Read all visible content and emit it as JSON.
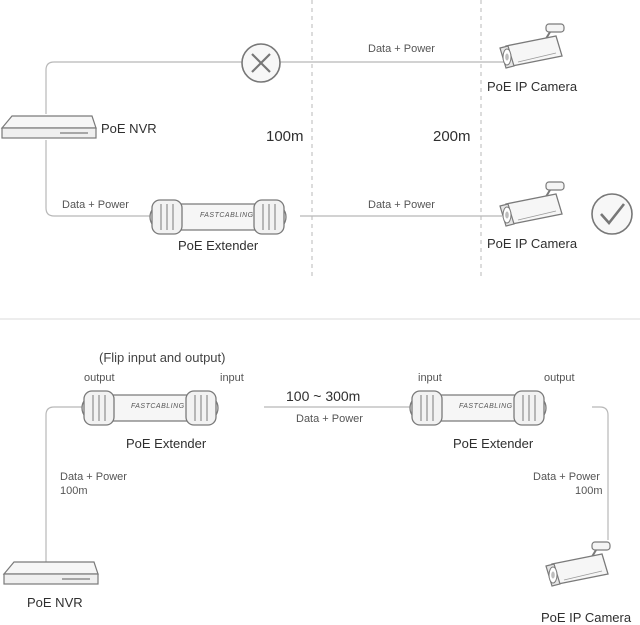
{
  "top": {
    "nvr_label": "PoE NVR",
    "camera_top_label": "PoE IP Camera",
    "camera_bottom_label": "PoE IP Camera",
    "extender_label": "PoE Extender",
    "extender_brand": "FASTCABLING",
    "link_top_label": "Data + Power",
    "link_left_label": "Data + Power",
    "link_right_label": "Data + Power",
    "distance_1": "100m",
    "distance_2": "200m"
  },
  "bottom": {
    "flip_note": "(Flip input and output)",
    "left_ext_output": "output",
    "left_ext_input": "input",
    "right_ext_input": "input",
    "right_ext_output": "output",
    "range_label": "100 ~ 300m",
    "range_sublabel": "Data + Power",
    "left_ext_label": "PoE Extender",
    "right_ext_label": "PoE Extender",
    "extender_brand": "FASTCABLING",
    "nvr_link_label": "Data + Power",
    "nvr_link_distance": "100m",
    "cam_link_label": "Data + Power",
    "cam_link_distance": "100m",
    "nvr_label": "PoE NVR",
    "camera_label": "PoE IP Camera"
  },
  "colors": {
    "line": "#b8b8b8",
    "stroke": "#7a7a7a",
    "device": "#f4f4f4",
    "fail_circle": "#777777",
    "ok_circle": "#777777"
  },
  "icons": {
    "fail": "x-circle-icon",
    "success": "check-circle-icon"
  }
}
